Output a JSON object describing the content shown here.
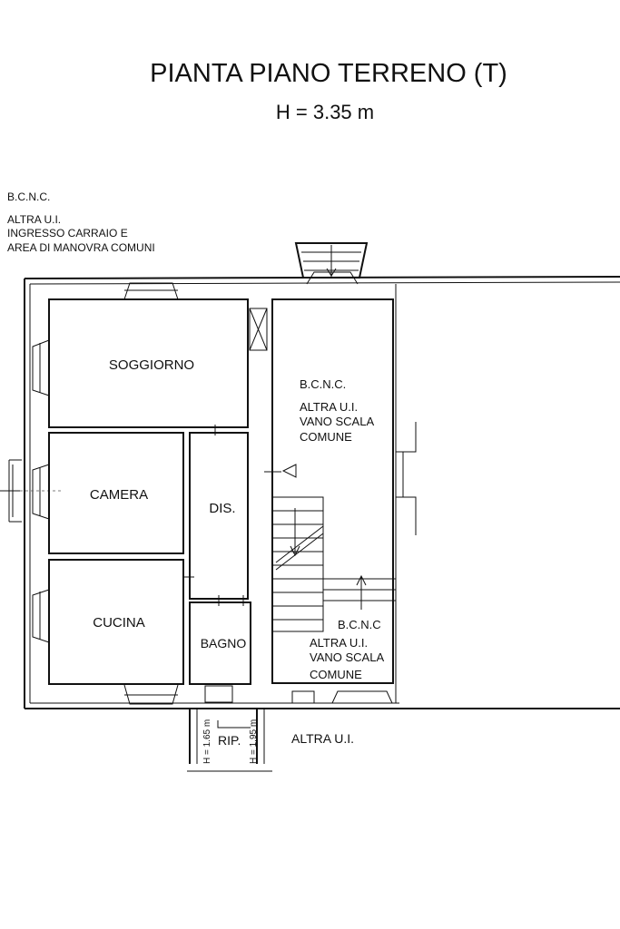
{
  "title": "PIANTA PIANO TERRENO (T)",
  "height_note": "H = 3.35 m",
  "outside_notes": {
    "bcnc": "B.C.N.C.",
    "line1": "ALTRA U.I.",
    "line2": "INGRESSO CARRAIO E",
    "line3": "AREA DI MANOVRA COMUNI"
  },
  "rooms": {
    "soggiorno": "SOGGIORNO",
    "camera": "CAMERA",
    "cucina": "CUCINA",
    "dis": "DIS.",
    "bagno": "BAGNO",
    "rip": "RIP."
  },
  "stair_upper": {
    "bcnc": "B.C.N.C.",
    "line1": "ALTRA U.I.",
    "line2": "VANO SCALA",
    "line3": "COMUNE"
  },
  "stair_lower": {
    "bcnc": "B.C.N.C",
    "line1": "ALTRA U.I.",
    "line2": "VANO SCALA",
    "line3": "COMUNE"
  },
  "altra_ui": "ALTRA U.I.",
  "rip_heights": {
    "left": "H = 1.65 m",
    "right": "H = 1.95 m"
  }
}
